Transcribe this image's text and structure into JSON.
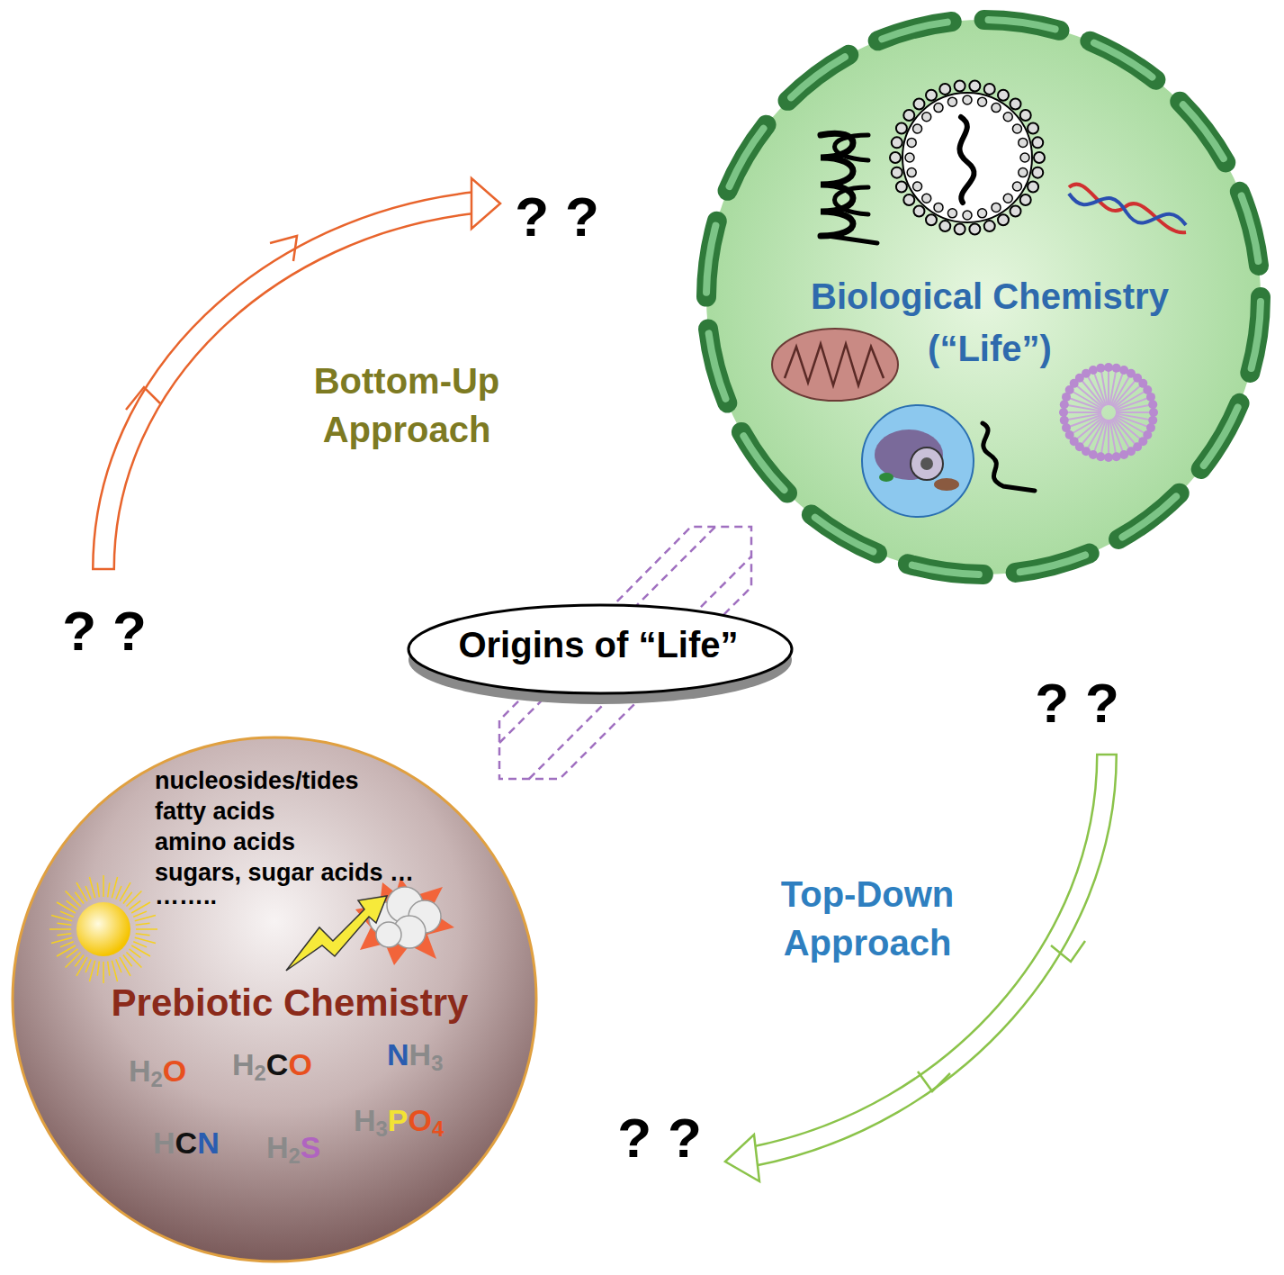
{
  "diagram": {
    "nodes": [
      {
        "text": [
          "Biological Chemistry (“Life”)"
        ]
      },
      {
        "text": [
          "Origins of “Life”"
        ]
      },
      {
        "text": [
          "nucleosides/tides",
          "fatty acids",
          "amino acids",
          "sugars, sugar acids …",
          "……..",
          "Prebiotic Chemistry",
          "H2O",
          "H2CO",
          "NH3",
          "HCN",
          "H2S",
          "H3PO4"
        ]
      }
    ],
    "labels": [
      "??",
      "Bottom-Up Approach",
      "??",
      "??",
      "Top-Down Approach",
      "??"
    ]
  }
}
